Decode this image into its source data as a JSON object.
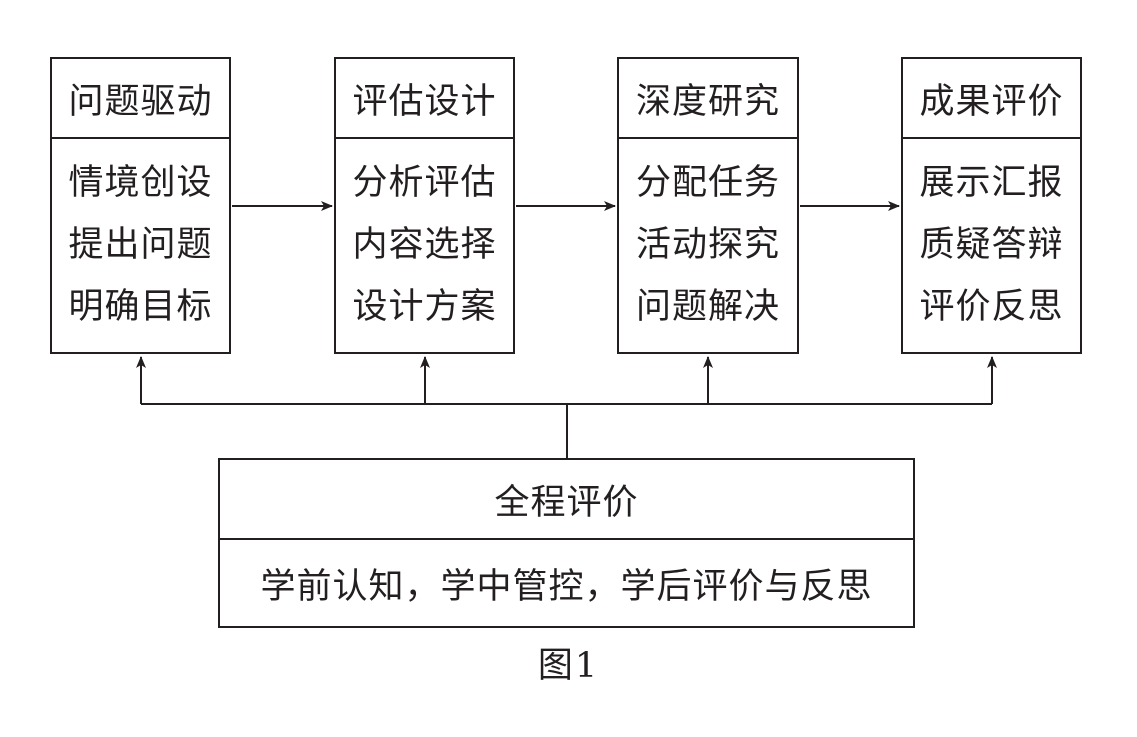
{
  "stages": [
    {
      "title": "问题驱动",
      "items": [
        "情境创设",
        "提出问题",
        "明确目标"
      ]
    },
    {
      "title": "评估设计",
      "items": [
        "分析评估",
        "内容选择",
        "设计方案"
      ]
    },
    {
      "title": "深度研究",
      "items": [
        "分配任务",
        "活动探究",
        "问题解决"
      ]
    },
    {
      "title": "成果评价",
      "items": [
        "展示汇报",
        "质疑答辩",
        "评价反思"
      ]
    }
  ],
  "overall": {
    "title": "全程评价",
    "description": "学前认知，学中管控，学后评价与反思"
  },
  "caption": "图1"
}
